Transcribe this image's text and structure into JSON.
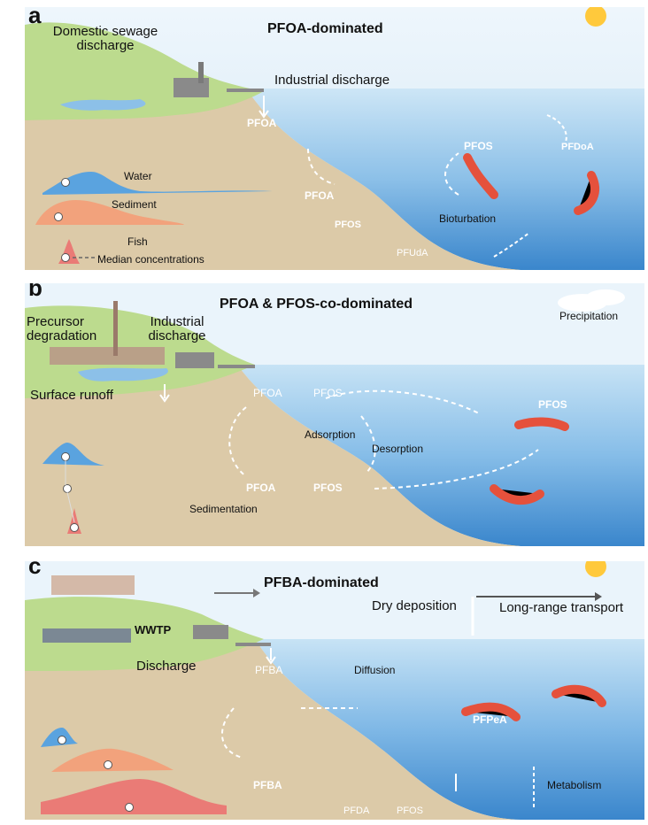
{
  "panels": [
    {
      "letter": "a",
      "title": "PFOA-dominated",
      "labels": {
        "domestic": "Domestic sewage discharge",
        "industrial": "Industrial discharge",
        "pfoa_1": "PFOA",
        "pfoa_2": "PFOA",
        "pfos_fish": "PFOS",
        "pfdoa": "PFDoA",
        "pfos_sed": "PFOS",
        "bioturbation": "Bioturbation",
        "pfuda": "PFUdA",
        "water": "Water",
        "sediment": "Sediment",
        "fish": "Fish",
        "median": "Median concentrations"
      }
    },
    {
      "letter": "b",
      "title": "PFOA & PFOS-co-dominated",
      "labels": {
        "precursor": "Precursor degradation",
        "industrial": "Industrial discharge",
        "runoff": "Surface runoff",
        "precipitation": "Precipitation",
        "pfoa_w": "PFOA",
        "pfos_w": "PFOS",
        "pfos_fish": "PFOS",
        "adsorption": "Adsorption",
        "desorption": "Desorption",
        "pfoa_s": "PFOA",
        "pfos_s": "PFOS",
        "sedimentation": "Sedimentation"
      }
    },
    {
      "letter": "c",
      "title": "PFBA-dominated",
      "labels": {
        "wwtp": "WWTP",
        "discharge": "Discharge",
        "dry": "Dry deposition",
        "lrt": "Long-range transport",
        "pfba_w": "PFBA",
        "diffusion": "Diffusion",
        "pfpea": "PFPeA",
        "pfba_s": "PFBA",
        "metabolism": "Metabolism",
        "pfda": "PFDA",
        "pfos": "PFOS"
      }
    }
  ],
  "colors": {
    "sky": "#e6f2fa",
    "water_top": "#bfe0f4",
    "water_deep": "#3d8cd0",
    "shore": "#d8c8a8",
    "land": "#bcd98a",
    "water_dist": "#5aa3df",
    "sediment_dist": "#f2a27c",
    "fish_dist": "#ea7b76"
  }
}
